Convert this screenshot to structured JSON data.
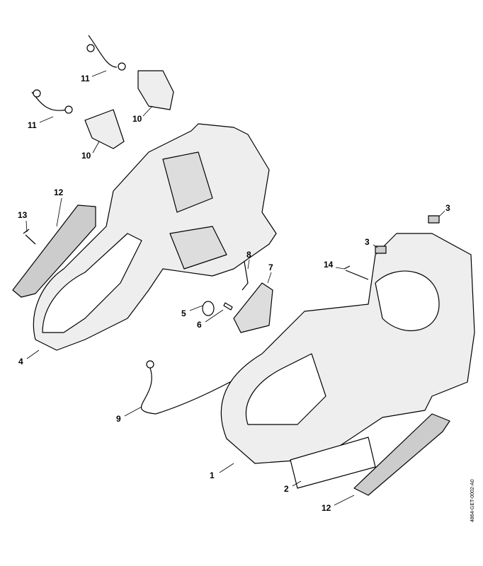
{
  "diagram": {
    "callouts": [
      "11",
      "11",
      "10",
      "10",
      "12",
      "13",
      "4",
      "5",
      "6",
      "8",
      "7",
      "9",
      "1",
      "2",
      "12",
      "3",
      "3",
      "14"
    ],
    "drawing_code": "4864-GET-0002-A0"
  }
}
